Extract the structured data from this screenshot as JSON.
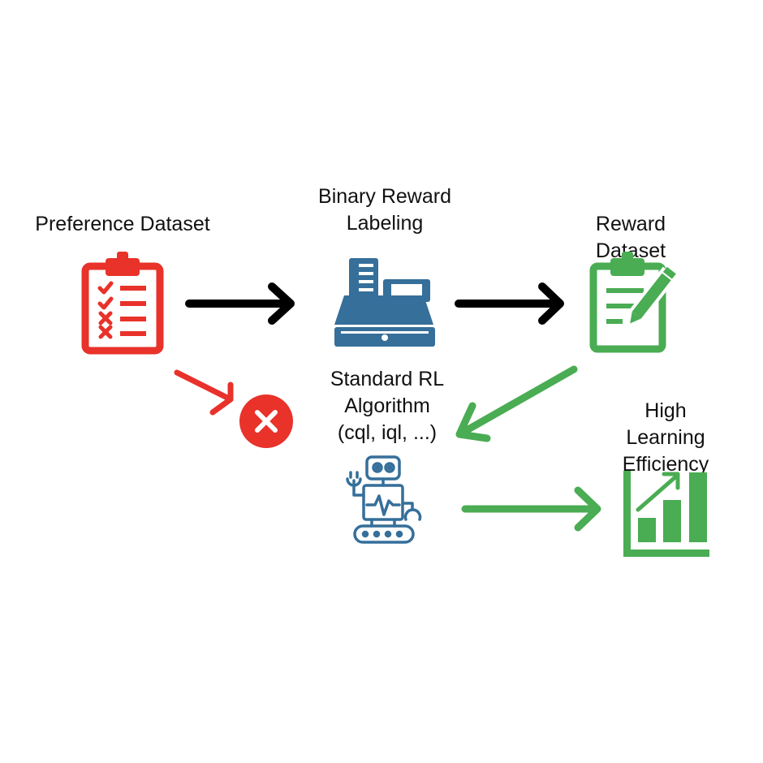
{
  "labels": {
    "preference_dataset": "Preference Dataset",
    "binary_reward_labeling": "Binary Reward\nLabeling",
    "reward_dataset": "Reward Dataset",
    "standard_rl_algorithm": "Standard RL\nAlgorithm\n(cql, iql, ...)",
    "high_learning_efficiency": "High Learning\nEfficiency"
  },
  "icons": {
    "preference_dataset": "checklist-clipboard-icon",
    "binary_reward_labeling": "cash-register-icon",
    "reward_dataset": "clipboard-pencil-icon",
    "rejected": "red-x-circle-icon",
    "rl_agent": "robot-icon",
    "efficiency": "growth-bar-chart-icon"
  },
  "colors": {
    "red": "#e8322a",
    "blue": "#356f9a",
    "green": "#4aac53",
    "black": "#000000"
  }
}
